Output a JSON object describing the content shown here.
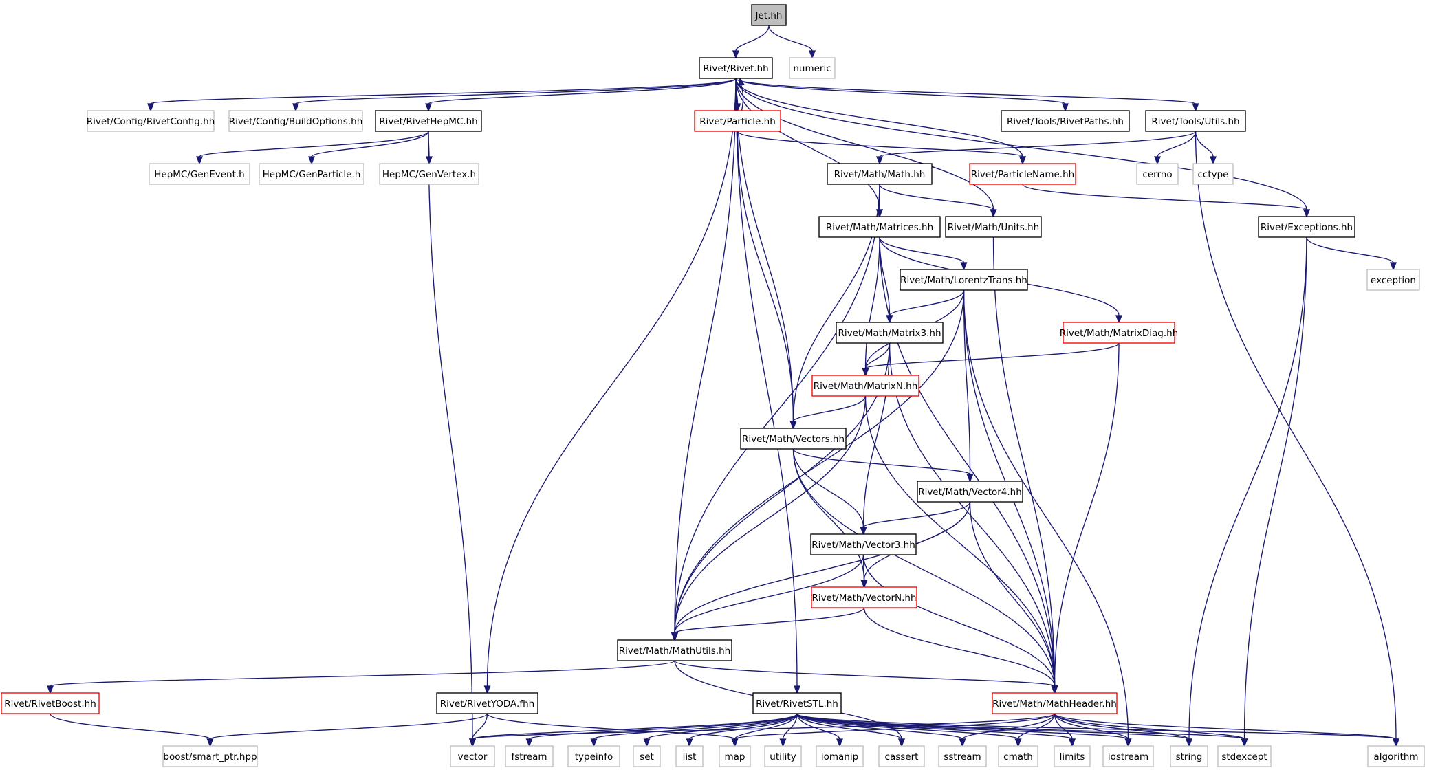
{
  "colors": {
    "background": "#ffffff",
    "edge": "#191970",
    "documented_border": "#000000",
    "incomplete_border": "#ff0000",
    "external_border": "#bfbfbf",
    "root_fill": "#bfbfbf",
    "node_fill": "#ffffff",
    "text": "#000000"
  },
  "nodes": {
    "jet": {
      "label": "Jet.hh",
      "style": "root"
    },
    "rivet": {
      "label": "Rivet/Rivet.hh",
      "style": "documented"
    },
    "numeric": {
      "label": "numeric",
      "style": "external"
    },
    "rivetconfig": {
      "label": "Rivet/Config/RivetConfig.hh",
      "style": "external"
    },
    "buildoptions": {
      "label": "Rivet/Config/BuildOptions.hh",
      "style": "external"
    },
    "rivethepmc": {
      "label": "Rivet/RivetHepMC.hh",
      "style": "documented"
    },
    "particle": {
      "label": "Rivet/Particle.hh",
      "style": "incomplete"
    },
    "rivetpaths": {
      "label": "Rivet/Tools/RivetPaths.hh",
      "style": "documented"
    },
    "utils": {
      "label": "Rivet/Tools/Utils.hh",
      "style": "documented"
    },
    "genevent": {
      "label": "HepMC/GenEvent.h",
      "style": "external"
    },
    "genparticle": {
      "label": "HepMC/GenParticle.h",
      "style": "external"
    },
    "genvertex": {
      "label": "HepMC/GenVertex.h",
      "style": "external"
    },
    "math": {
      "label": "Rivet/Math/Math.hh",
      "style": "documented"
    },
    "particlename": {
      "label": "Rivet/ParticleName.hh",
      "style": "incomplete"
    },
    "cerrno": {
      "label": "cerrno",
      "style": "external"
    },
    "cctype": {
      "label": "cctype",
      "style": "external"
    },
    "matrices": {
      "label": "Rivet/Math/Matrices.hh",
      "style": "documented"
    },
    "units": {
      "label": "Rivet/Math/Units.hh",
      "style": "documented"
    },
    "exceptions": {
      "label": "Rivet/Exceptions.hh",
      "style": "documented"
    },
    "lorentz": {
      "label": "Rivet/Math/LorentzTrans.hh",
      "style": "documented"
    },
    "exception": {
      "label": "exception",
      "style": "external"
    },
    "matrix3": {
      "label": "Rivet/Math/Matrix3.hh",
      "style": "documented"
    },
    "matrixdiag": {
      "label": "Rivet/Math/MatrixDiag.hh",
      "style": "incomplete"
    },
    "matrixn": {
      "label": "Rivet/Math/MatrixN.hh",
      "style": "incomplete"
    },
    "vectors": {
      "label": "Rivet/Math/Vectors.hh",
      "style": "documented"
    },
    "vector4": {
      "label": "Rivet/Math/Vector4.hh",
      "style": "documented"
    },
    "vector3": {
      "label": "Rivet/Math/Vector3.hh",
      "style": "documented"
    },
    "vectorn": {
      "label": "Rivet/Math/VectorN.hh",
      "style": "incomplete"
    },
    "mathutils": {
      "label": "Rivet/Math/MathUtils.hh",
      "style": "documented"
    },
    "rivetboost": {
      "label": "Rivet/RivetBoost.hh",
      "style": "incomplete"
    },
    "rivetyoda": {
      "label": "Rivet/RivetYODA.fhh",
      "style": "documented"
    },
    "rivetstl": {
      "label": "Rivet/RivetSTL.hh",
      "style": "documented"
    },
    "mathheader": {
      "label": "Rivet/Math/MathHeader.hh",
      "style": "incomplete"
    },
    "smartptr": {
      "label": "boost/smart_ptr.hpp",
      "style": "external"
    },
    "vector": {
      "label": "vector",
      "style": "external"
    },
    "fstream": {
      "label": "fstream",
      "style": "external"
    },
    "typeinfo": {
      "label": "typeinfo",
      "style": "external"
    },
    "set": {
      "label": "set",
      "style": "external"
    },
    "list": {
      "label": "list",
      "style": "external"
    },
    "map": {
      "label": "map",
      "style": "external"
    },
    "utility": {
      "label": "utility",
      "style": "external"
    },
    "iomanip": {
      "label": "iomanip",
      "style": "external"
    },
    "cassert": {
      "label": "cassert",
      "style": "external"
    },
    "sstream": {
      "label": "sstream",
      "style": "external"
    },
    "cmath": {
      "label": "cmath",
      "style": "external"
    },
    "limits": {
      "label": "limits",
      "style": "external"
    },
    "iostream": {
      "label": "iostream",
      "style": "external"
    },
    "string": {
      "label": "string",
      "style": "external"
    },
    "stdexcept": {
      "label": "stdexcept",
      "style": "external"
    },
    "algorithm": {
      "label": "algorithm",
      "style": "external"
    }
  },
  "edges": [
    [
      "jet",
      "rivet"
    ],
    [
      "jet",
      "numeric"
    ],
    [
      "rivet",
      "rivetconfig"
    ],
    [
      "rivet",
      "buildoptions"
    ],
    [
      "rivet",
      "rivethepmc"
    ],
    [
      "rivet",
      "particle"
    ],
    [
      "rivet",
      "rivetpaths"
    ],
    [
      "rivet",
      "utils"
    ],
    [
      "rivet",
      "particlename"
    ],
    [
      "rivet",
      "units"
    ],
    [
      "rivet",
      "matrices"
    ],
    [
      "rivet",
      "exceptions"
    ],
    [
      "rivet",
      "vectors"
    ],
    [
      "rivet",
      "mathutils"
    ],
    [
      "rivet",
      "rivetyoda"
    ],
    [
      "rivet",
      "rivetstl"
    ],
    [
      "particle",
      "rivet"
    ],
    [
      "particle",
      "particlename"
    ],
    [
      "particle",
      "vectors"
    ],
    [
      "rivethepmc",
      "genevent"
    ],
    [
      "rivethepmc",
      "genparticle"
    ],
    [
      "rivethepmc",
      "genvertex"
    ],
    [
      "rivethepmc",
      "vector"
    ],
    [
      "utils",
      "math"
    ],
    [
      "utils",
      "cerrno"
    ],
    [
      "utils",
      "cctype"
    ],
    [
      "utils",
      "algorithm"
    ],
    [
      "particlename",
      "exceptions"
    ],
    [
      "math",
      "matrices"
    ],
    [
      "math",
      "units"
    ],
    [
      "math",
      "mathutils"
    ],
    [
      "math",
      "vectors"
    ],
    [
      "units",
      "mathheader"
    ],
    [
      "exceptions",
      "exception"
    ],
    [
      "exceptions",
      "string"
    ],
    [
      "exceptions",
      "stdexcept"
    ],
    [
      "matrices",
      "lorentz"
    ],
    [
      "matrices",
      "matrix3"
    ],
    [
      "matrices",
      "matrixdiag"
    ],
    [
      "matrices",
      "matrixn"
    ],
    [
      "matrices",
      "mathheader"
    ],
    [
      "lorentz",
      "matrix3"
    ],
    [
      "lorentz",
      "matrixn"
    ],
    [
      "lorentz",
      "vector4"
    ],
    [
      "lorentz",
      "mathutils"
    ],
    [
      "lorentz",
      "mathheader"
    ],
    [
      "lorentz",
      "iostream"
    ],
    [
      "matrix3",
      "matrixn"
    ],
    [
      "matrix3",
      "vector3"
    ],
    [
      "matrix3",
      "mathutils"
    ],
    [
      "matrix3",
      "mathheader"
    ],
    [
      "matrixdiag",
      "matrixn"
    ],
    [
      "matrixdiag",
      "mathheader"
    ],
    [
      "matrixn",
      "vectors"
    ],
    [
      "matrixn",
      "mathutils"
    ],
    [
      "matrixn",
      "mathheader"
    ],
    [
      "vectors",
      "vector4"
    ],
    [
      "vectors",
      "vector3"
    ],
    [
      "vectors",
      "vectorn"
    ],
    [
      "vectors",
      "mathheader"
    ],
    [
      "vector4",
      "vector3"
    ],
    [
      "vector4",
      "vectorn"
    ],
    [
      "vector4",
      "mathutils"
    ],
    [
      "vector4",
      "mathheader"
    ],
    [
      "vector3",
      "vectorn"
    ],
    [
      "vector3",
      "mathutils"
    ],
    [
      "vector3",
      "mathheader"
    ],
    [
      "vectorn",
      "mathutils"
    ],
    [
      "vectorn",
      "mathheader"
    ],
    [
      "mathutils",
      "rivetboost"
    ],
    [
      "mathutils",
      "mathheader"
    ],
    [
      "mathutils",
      "cassert"
    ],
    [
      "rivetboost",
      "smartptr"
    ],
    [
      "rivetyoda",
      "smartptr"
    ],
    [
      "rivetyoda",
      "vector"
    ],
    [
      "rivetyoda",
      "map"
    ],
    [
      "rivetstl",
      "vector"
    ],
    [
      "rivetstl",
      "fstream"
    ],
    [
      "rivetstl",
      "typeinfo"
    ],
    [
      "rivetstl",
      "set"
    ],
    [
      "rivetstl",
      "list"
    ],
    [
      "rivetstl",
      "map"
    ],
    [
      "rivetstl",
      "utility"
    ],
    [
      "rivetstl",
      "iomanip"
    ],
    [
      "rivetstl",
      "cassert"
    ],
    [
      "rivetstl",
      "sstream"
    ],
    [
      "rivetstl",
      "cmath"
    ],
    [
      "rivetstl",
      "limits"
    ],
    [
      "rivetstl",
      "iostream"
    ],
    [
      "rivetstl",
      "string"
    ],
    [
      "rivetstl",
      "stdexcept"
    ],
    [
      "rivetstl",
      "algorithm"
    ],
    [
      "mathheader",
      "vector"
    ],
    [
      "mathheader",
      "map"
    ],
    [
      "mathheader",
      "sstream"
    ],
    [
      "mathheader",
      "cmath"
    ],
    [
      "mathheader",
      "limits"
    ],
    [
      "mathheader",
      "iostream"
    ],
    [
      "mathheader",
      "string"
    ],
    [
      "mathheader",
      "stdexcept"
    ],
    [
      "mathheader",
      "algorithm"
    ]
  ]
}
